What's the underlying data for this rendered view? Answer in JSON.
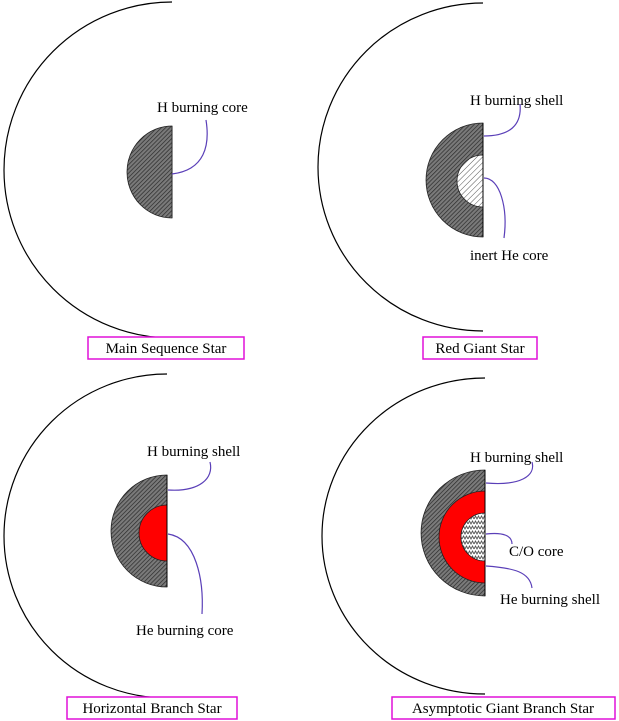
{
  "colors": {
    "caption_border": "#e010d8",
    "leader_line": "#5a3fb8",
    "shell_hatch": "#6a6a6a",
    "helium_burning": "#ff0000",
    "inert_core_hatch": "#bdbdbd"
  },
  "panels": {
    "main_sequence": {
      "caption": "Main Sequence Star",
      "core_label": "H burning core"
    },
    "red_giant": {
      "caption": "Red Giant Star",
      "shell_label": "H burning shell",
      "core_label": "inert He core"
    },
    "horizontal_branch": {
      "caption": "Horizontal Branch Star",
      "shell_label": "H burning shell",
      "core_label": "He burning core"
    },
    "agb": {
      "caption": "Asymptotic Giant Branch Star",
      "shell_label": "H burning shell",
      "core_label": "C/O core",
      "he_shell_label": "He burning shell"
    }
  }
}
